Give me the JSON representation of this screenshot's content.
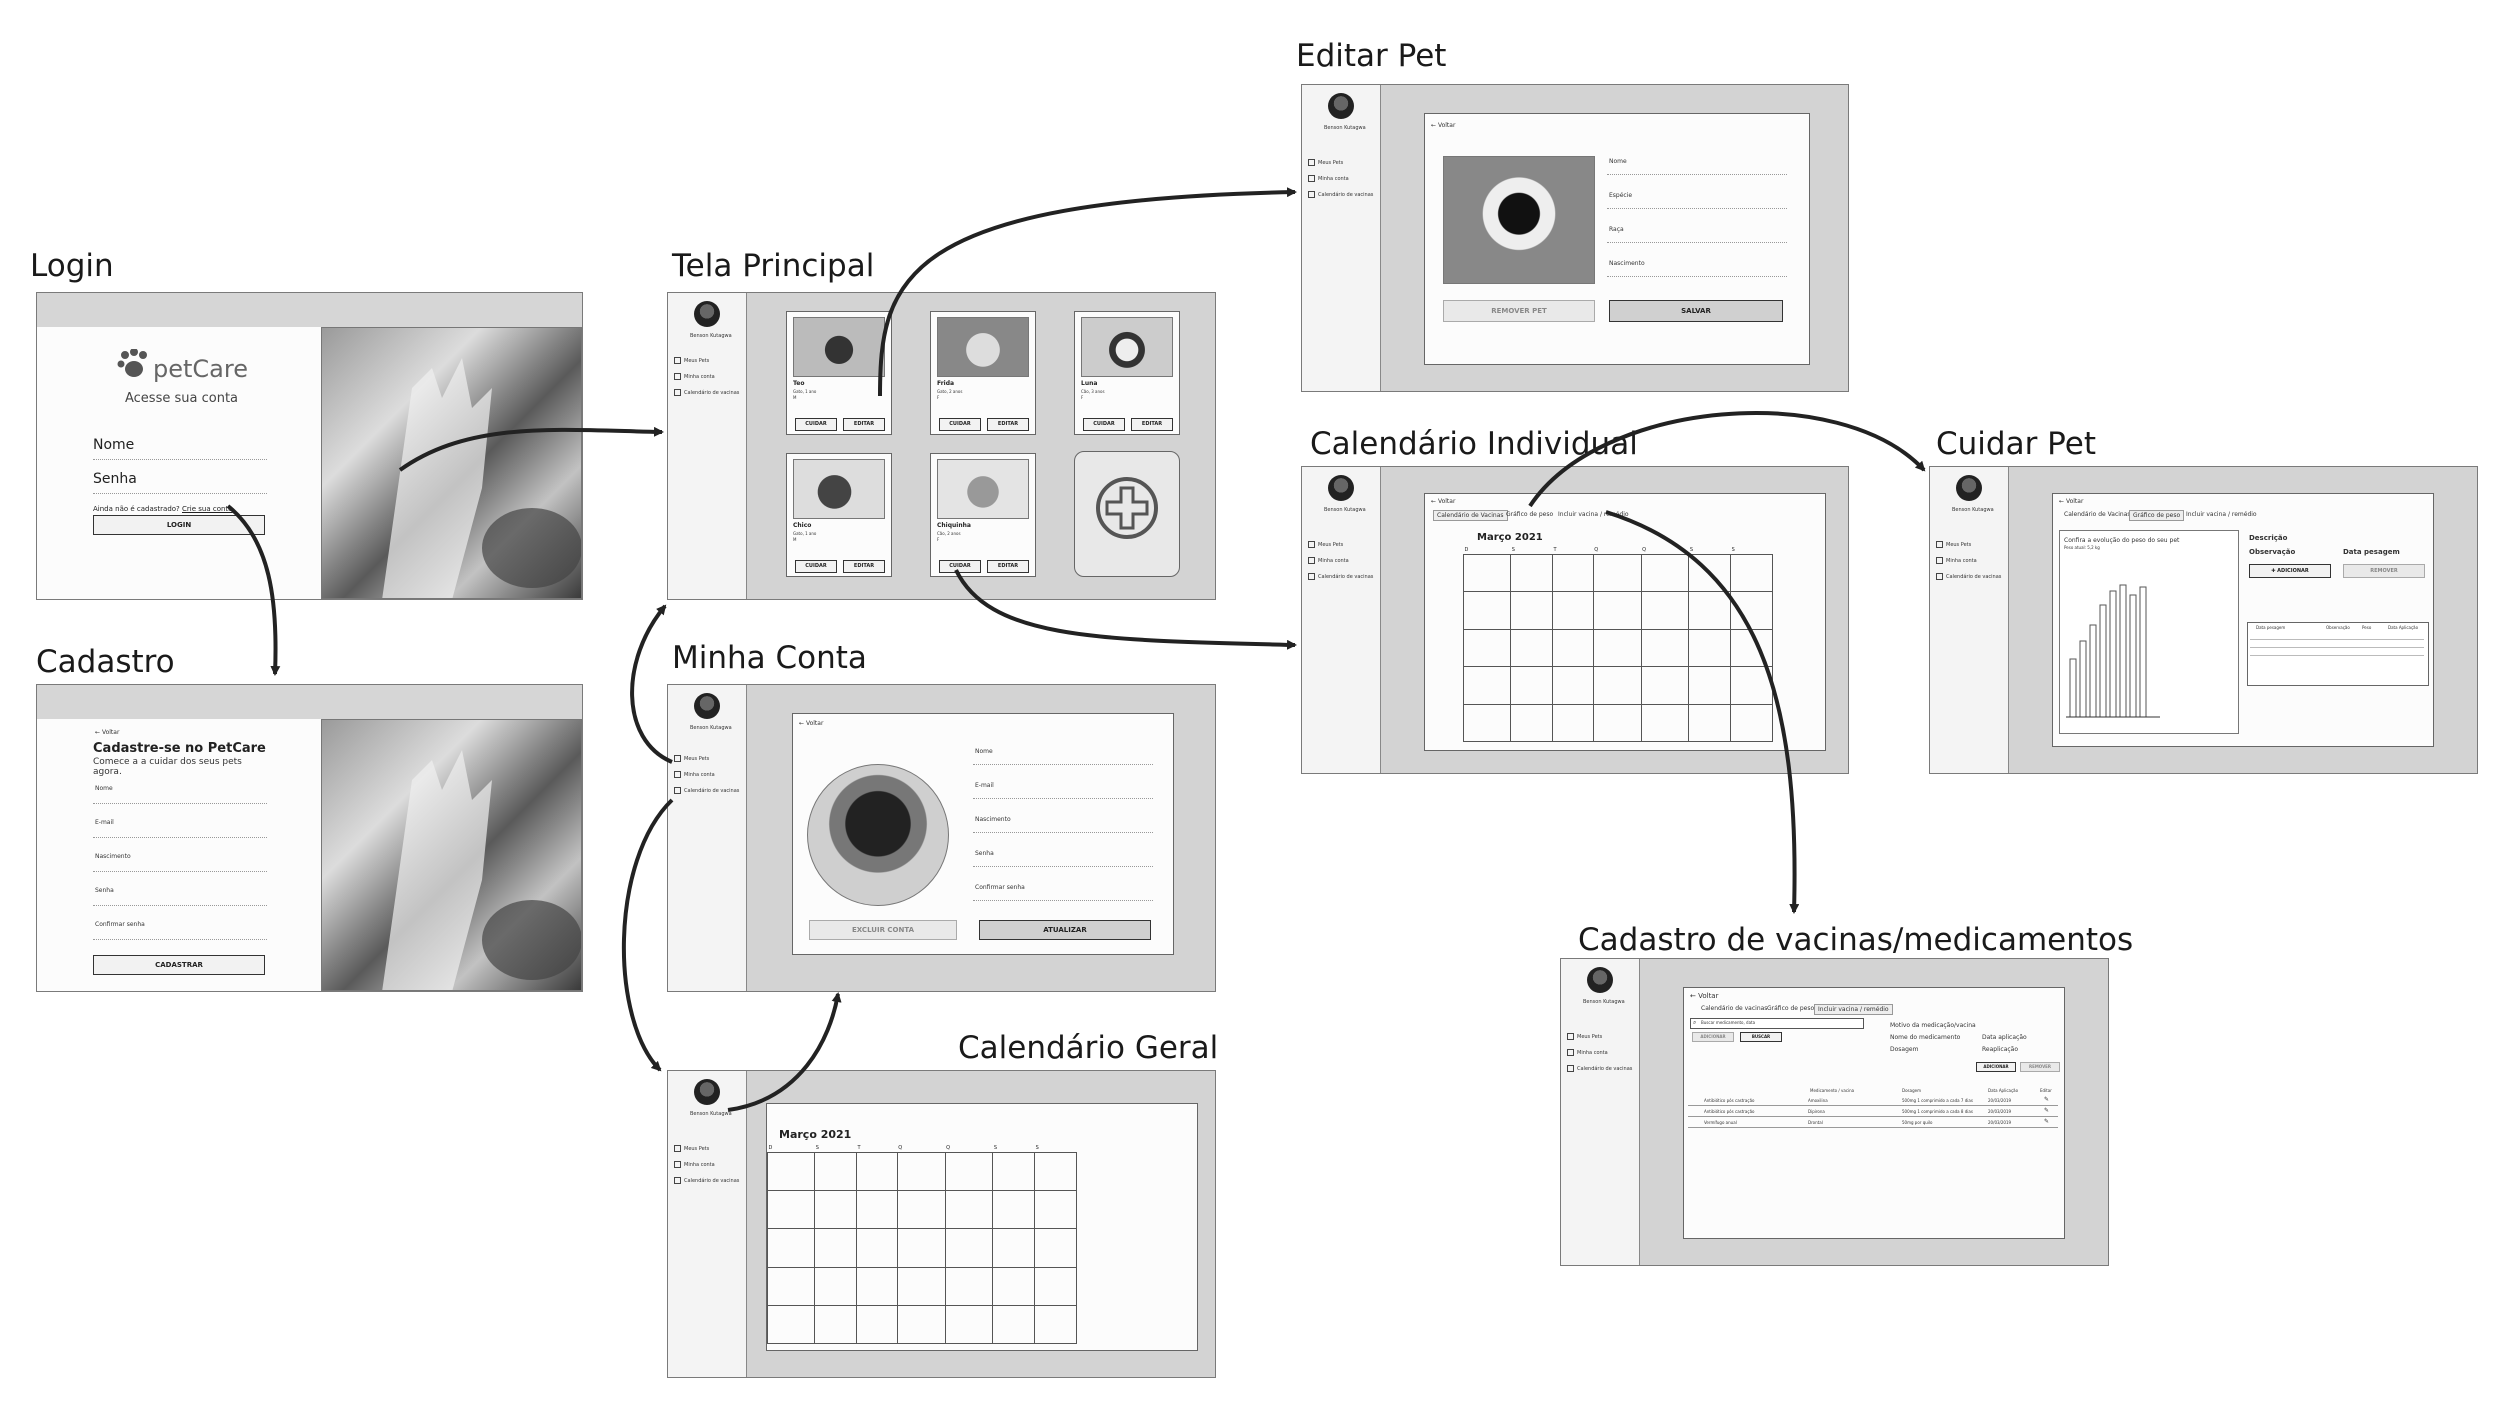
{
  "titles": {
    "login": "Login",
    "cadastro": "Cadastro",
    "tela_principal": "Tela Principal",
    "minha_conta": "Minha Conta",
    "calendario_geral": "Calendário Geral",
    "editar_pet": "Editar Pet",
    "calendario_individual": "Calendário Individual",
    "cuidar_pet": "Cuidar Pet",
    "cadastro_vacinas": "Cadastro de vacinas/medicamentos"
  },
  "login": {
    "brand": "petCare",
    "subtitle": "Acesse sua conta",
    "field_nome": "Nome",
    "field_senha": "Senha",
    "prompt": "Ainda não é cadastrado?",
    "link": "Crie sua conta",
    "button": "LOGIN"
  },
  "cadastro": {
    "back": "Voltar",
    "heading": "Cadastre-se no PetCare",
    "sub": "Comece a a cuidar dos seus pets agora.",
    "fields": [
      "Nome",
      "E-mail",
      "Nascimento",
      "Senha",
      "Confirmar senha"
    ],
    "button": "CADASTRAR"
  },
  "sidebar": {
    "user": "Benson Kutagwa",
    "items": [
      "Meus Pets",
      "Minha conta",
      "Calendário de vacinas"
    ]
  },
  "tela_principal": {
    "pets": [
      {
        "name": "Teo",
        "info": "Gato, 1 ano",
        "sub": "M"
      },
      {
        "name": "Frida",
        "info": "Gato, 2 anos",
        "sub": "F"
      },
      {
        "name": "Luna",
        "info": "Cão, 3 anos",
        "sub": "F"
      },
      {
        "name": "Chico",
        "info": "Gato, 1 ano",
        "sub": "M"
      },
      {
        "name": "Chiquinha",
        "info": "Cão, 2 anos",
        "sub": "F"
      }
    ],
    "btn_cuidar": "CUIDAR",
    "btn_editar": "EDITAR"
  },
  "minha_conta": {
    "back": "Voltar",
    "fields": [
      "Nome",
      "E-mail",
      "Nascimento",
      "Senha",
      "Confirmar senha"
    ],
    "btn_excluir": "EXCLUIR CONTA",
    "btn_atualizar": "ATUALIZAR"
  },
  "calendario": {
    "month": "Março 2021",
    "weekdays": [
      "D",
      "S",
      "T",
      "Q",
      "Q",
      "S",
      "S"
    ]
  },
  "editar_pet": {
    "back": "Voltar",
    "fields": [
      "Nome",
      "Espécie",
      "Raça",
      "Nascimento"
    ],
    "btn_remover": "REMOVER PET",
    "btn_salvar": "SALVAR"
  },
  "calendario_individual": {
    "back": "Voltar",
    "tabs": [
      "Calendário de Vacinas",
      "Gráfico de peso",
      "Incluir vacina / remédio"
    ]
  },
  "cuidar_pet": {
    "back": "Voltar",
    "tabs": [
      "Calendário de Vacinas",
      "Gráfico de peso",
      "Incluir vacina / remédio"
    ],
    "chart_title": "Confira a evolução do peso do seu pet",
    "chart_sub": "Peso atual: 5,2 kg",
    "field_descricao": "Descrição",
    "field_observacao": "Observação",
    "field_data": "Data pesagem",
    "btn_adicionar": "ADICIONAR",
    "btn_remover": "REMOVER",
    "table_headers": [
      "Data pesagem",
      "Observação",
      "Peso",
      "Data Aplicação"
    ]
  },
  "cadastro_vacinas": {
    "back": "Voltar",
    "tabs": [
      "Calendário de vacinas",
      "Gráfico de peso",
      "Incluir vacina / remédio"
    ],
    "search": "Buscar medicamento, data",
    "btn_adicionar_small": "ADICIONAR",
    "btn_buscar": "BUSCAR",
    "field_motivo": "Motivo da medicação/vacina",
    "field_nome": "Nome do medicamento",
    "field_data": "Data aplicação",
    "field_dosagem": "Dosagem",
    "field_reaplicacao": "Reaplicação",
    "btn_adicionar": "ADICIONAR",
    "btn_remover": "REMOVER",
    "headers": [
      "Medicamento / vacina",
      "Dosagem",
      "Data Aplicação",
      "Editar"
    ],
    "rows": [
      {
        "motivo": "Antibiótico pós castração",
        "med": "Amoxilina",
        "dose": "500mg 1 comprimido a cada 7 dias",
        "data": "20/03/2019"
      },
      {
        "motivo": "Antibiótico pós castração",
        "med": "Dipirona",
        "dose": "500mg 1 comprimido a cada 8 dias",
        "data": "20/03/2019"
      },
      {
        "motivo": "Vermífugo anual",
        "med": "Drontal",
        "dose": "50mg por quilo",
        "data": "20/03/2019"
      }
    ]
  },
  "colors": {
    "arrow": "#222222",
    "gray_bg": "#d3d3d3",
    "border": "#666666"
  }
}
